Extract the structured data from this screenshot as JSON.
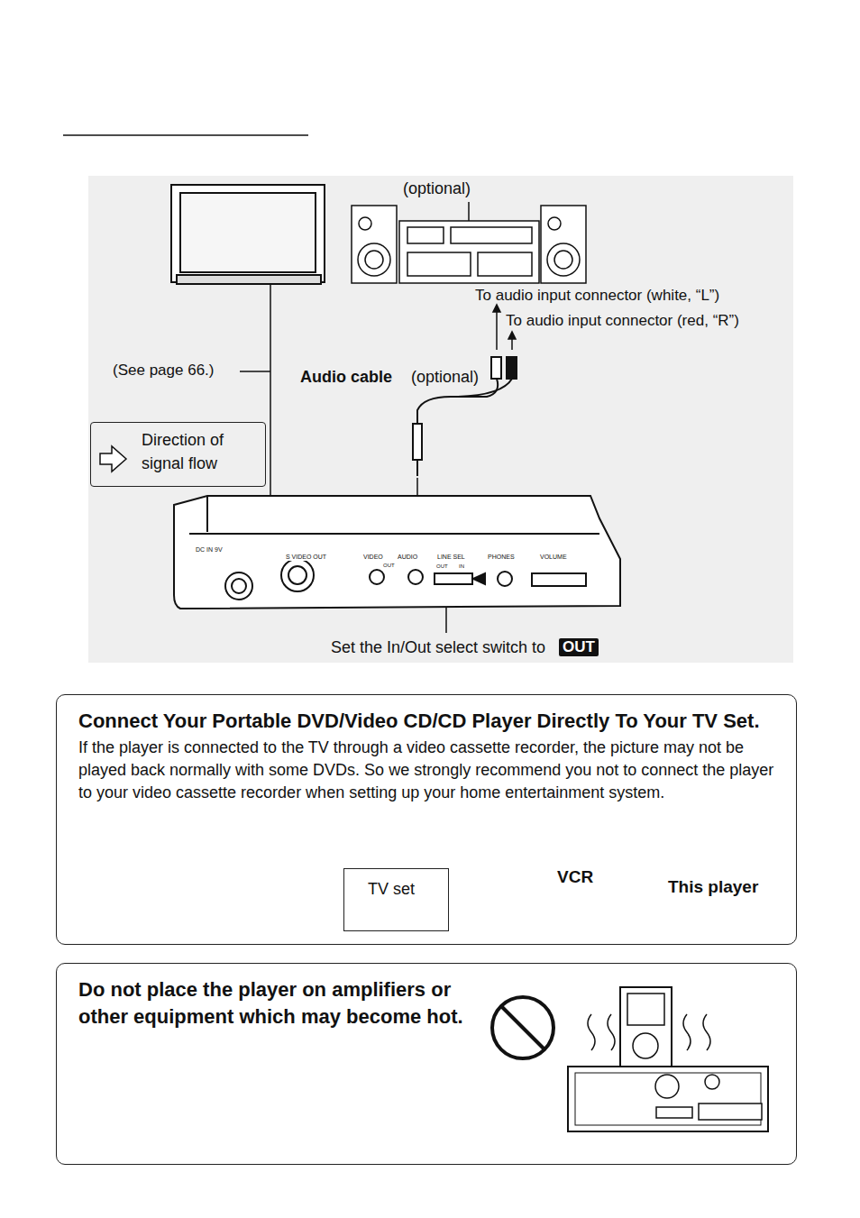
{
  "diagram": {
    "nodes": [
      {
        "text": [
          "Connect Your Portable DVD/Video CD/CD Player Directly To Your TV Set.",
          "If the player is connected to the TV through a video cassette recorder, the picture may not be played back normally with some DVDs. So we strongly recommend you not to connect the player to your video cassette recorder when setting up your home entertainment system."
        ]
      },
      {
        "text": [
          "TV set"
        ],
        "in": 0
      },
      {
        "text": [
          "Do not place the player on amplifiers or other equipment which may become hot."
        ]
      }
    ],
    "labels": [
      "(optional)",
      "To audio input connector (white, “L”)",
      "To audio input connector (red, “R”)",
      "(See page 66.)",
      "Audio cable",
      "(optional)",
      "DC IN 9V",
      "S VIDEO OUT",
      "VIDEO",
      "AUDIO",
      "OUT",
      "LINE SEL",
      "OUT",
      "IN",
      "PHONES",
      "VOLUME",
      "Set the In/Out select switch to",
      "OUT",
      "VCR",
      "This player"
    ],
    "legend": [
      {
        "text": "Direction of signal flow"
      }
    ]
  }
}
